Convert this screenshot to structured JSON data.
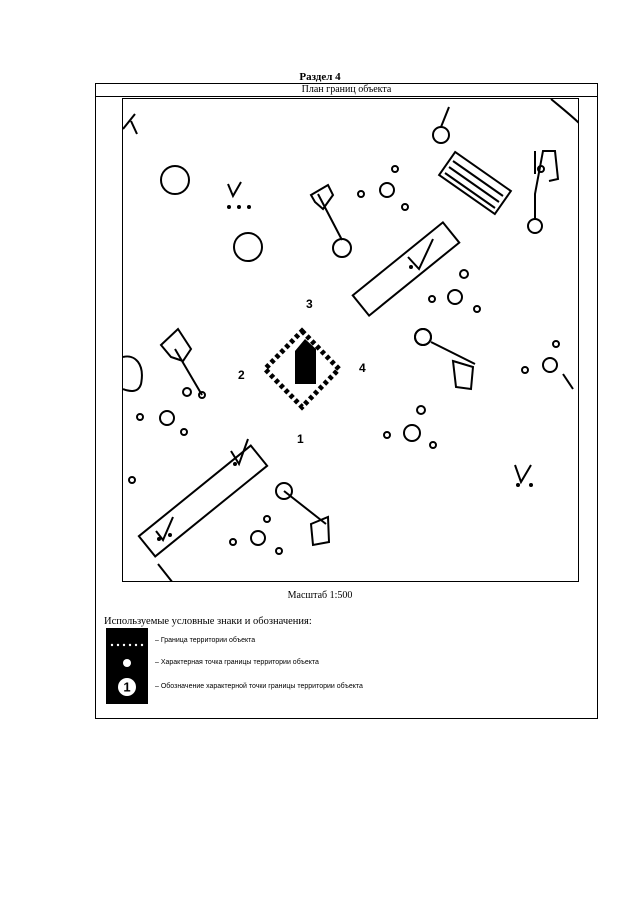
{
  "document": {
    "section_title": "Раздел 4",
    "header": "План границ объекта",
    "scale_label": "Масштаб 1:500"
  },
  "map": {
    "point_labels": [
      "1",
      "2",
      "3",
      "4"
    ]
  },
  "legend": {
    "title": "Используемые условные знаки и обозначения:",
    "items": [
      {
        "symbol": "dotted-boundary-line",
        "text": "–  Граница территории объекта"
      },
      {
        "symbol": "white-dot",
        "text": "–  Характерная точка границы территории объекта"
      },
      {
        "symbol": "numbered-circle",
        "symbol_text": "1",
        "text": "–  Обозначение характерной точки границы территории объекта"
      }
    ]
  },
  "colors": {
    "ink": "#000000",
    "paper": "#ffffff"
  }
}
